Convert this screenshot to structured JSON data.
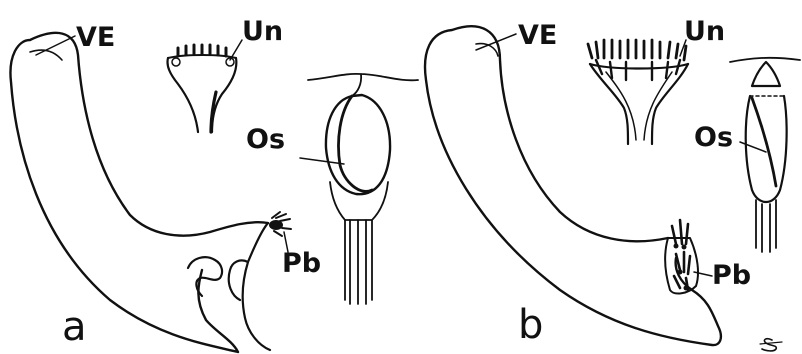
{
  "panels": [
    {
      "letter": "a",
      "labels": {
        "ve": "VE",
        "un": "Un",
        "os": "Os",
        "pb": "Pb"
      }
    },
    {
      "letter": "b",
      "labels": {
        "ve": "VE",
        "un": "Un",
        "os": "Os",
        "pb": "Pb"
      }
    }
  ],
  "signature": "S"
}
